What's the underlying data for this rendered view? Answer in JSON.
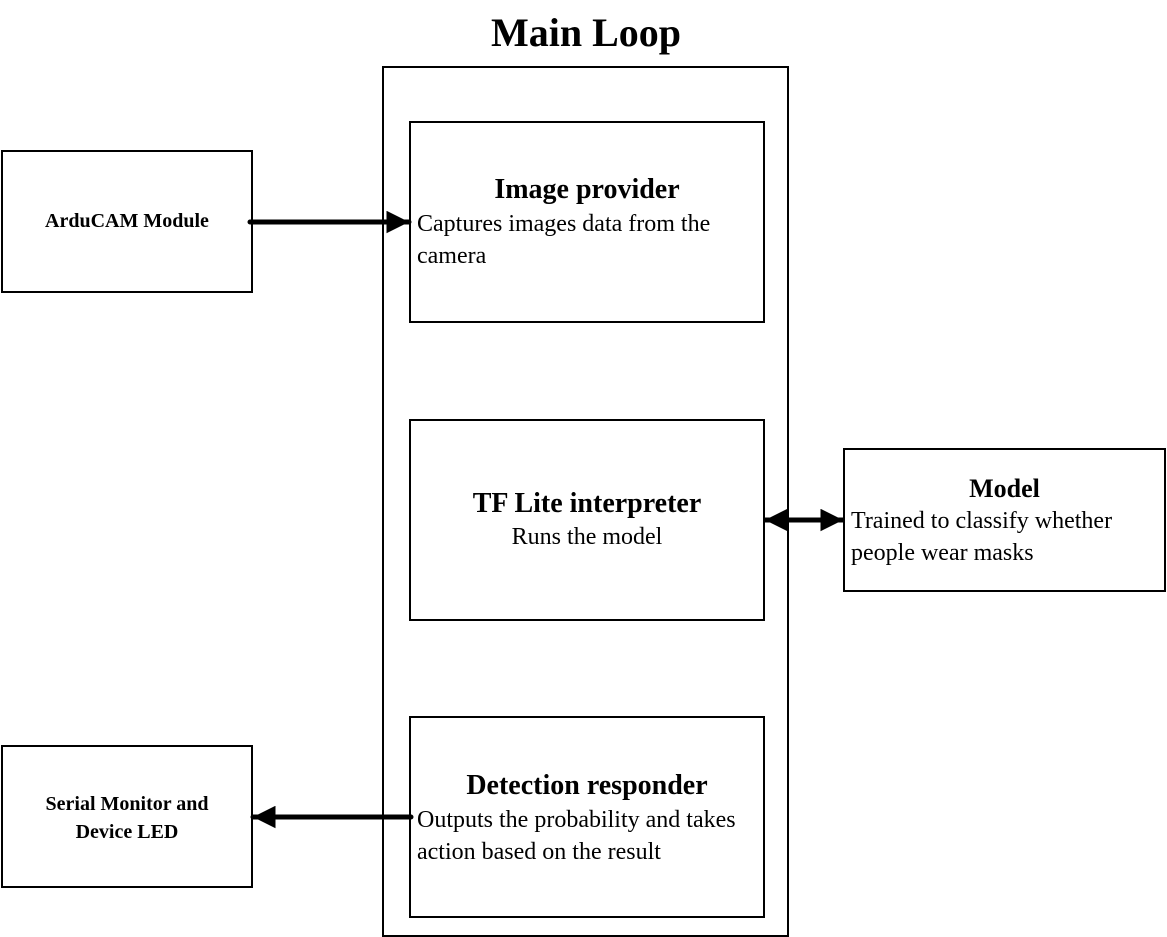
{
  "diagram": {
    "title": "Main Loop",
    "nodes": {
      "image_provider": {
        "title": "Image provider",
        "description": "Captures images data from the camera"
      },
      "tf_lite": {
        "title": "TF Lite interpreter",
        "description": "Runs the model"
      },
      "detection_responder": {
        "title": "Detection responder",
        "description": "Outputs the probability and takes action based on the result"
      },
      "arducam": {
        "label": "ArduCAM Module"
      },
      "model": {
        "title": "Model",
        "description": "Trained to classify whether people wear masks"
      },
      "serial_monitor": {
        "label": "Serial Monitor and Device LED"
      }
    },
    "edges": [
      {
        "from": "arducam",
        "to": "image_provider",
        "direction": "forward"
      },
      {
        "from": "tf_lite",
        "to": "model",
        "direction": "bidirectional"
      },
      {
        "from": "detection_responder",
        "to": "serial_monitor",
        "direction": "forward"
      }
    ],
    "colors": {
      "stroke": "#000000",
      "background": "#ffffff"
    }
  }
}
